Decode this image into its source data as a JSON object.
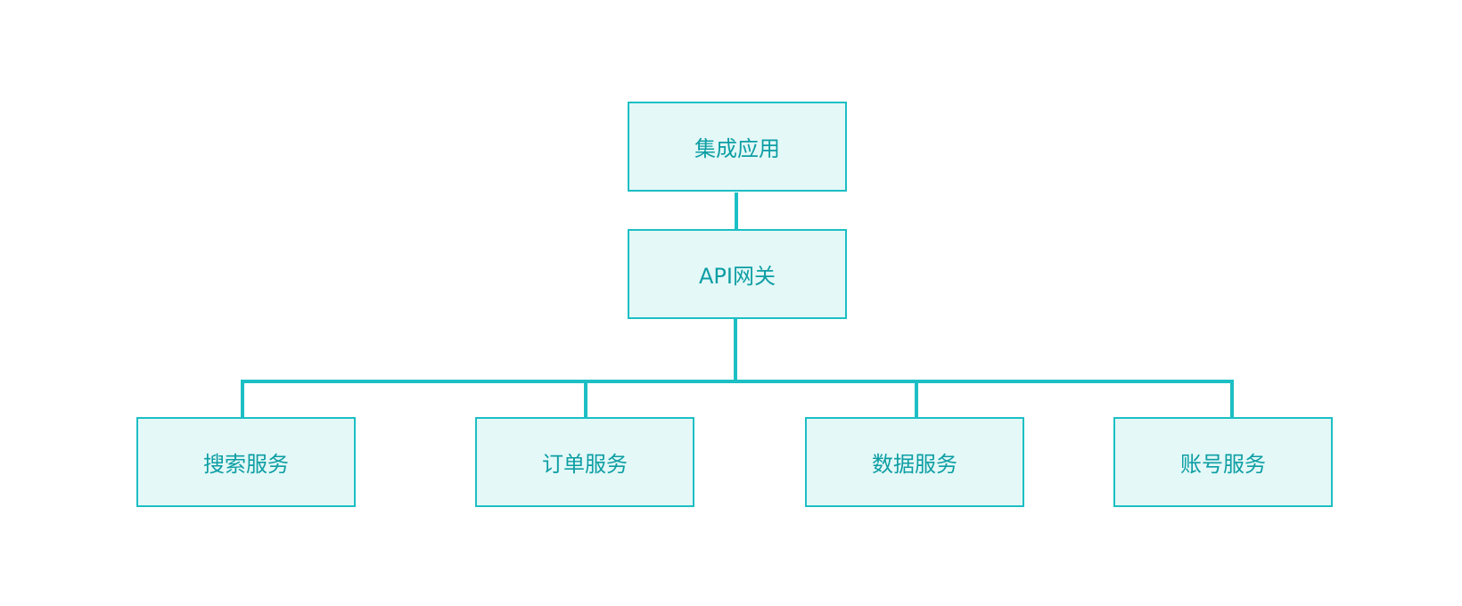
{
  "diagram": {
    "type": "hierarchy",
    "colors": {
      "border": "#1cbfc4",
      "fill": "#e3f8f7",
      "text": "#0d9ea4",
      "connector": "#1cbfc4"
    },
    "nodes": {
      "app": "集成应用",
      "gateway": "API网关",
      "search": "搜索服务",
      "order": "订单服务",
      "data": "数据服务",
      "account": "账号服务"
    },
    "edges": [
      [
        "app",
        "gateway"
      ],
      [
        "gateway",
        "search"
      ],
      [
        "gateway",
        "order"
      ],
      [
        "gateway",
        "data"
      ],
      [
        "gateway",
        "account"
      ]
    ]
  }
}
